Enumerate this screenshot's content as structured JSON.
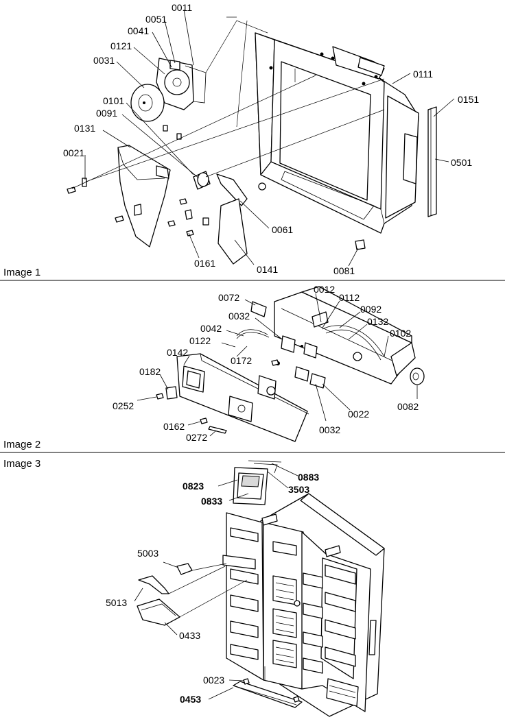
{
  "sections": [
    {
      "id": "image-1",
      "title": "Image 1"
    },
    {
      "id": "image-2",
      "title": "Image 2"
    },
    {
      "id": "image-3",
      "title": "Image 3"
    }
  ],
  "image1": {
    "labels": [
      "0011",
      "0051",
      "0041",
      "0121",
      "0031",
      "0101",
      "0091",
      "0131",
      "0021",
      "0111",
      "0151",
      "0501",
      "0061",
      "0161",
      "0141",
      "0081"
    ]
  },
  "image2": {
    "labels": [
      "0072",
      "0012",
      "0112",
      "0092",
      "0032",
      "0042",
      "0132",
      "0102",
      "0122",
      "0172",
      "0142",
      "0182",
      "0252",
      "0082",
      "0162",
      "0272",
      "0032",
      "0022"
    ]
  },
  "image3": {
    "labels": [
      "0823",
      "0883",
      "3503",
      "0833",
      "5003",
      "5013",
      "0433",
      "0023",
      "0453"
    ]
  }
}
